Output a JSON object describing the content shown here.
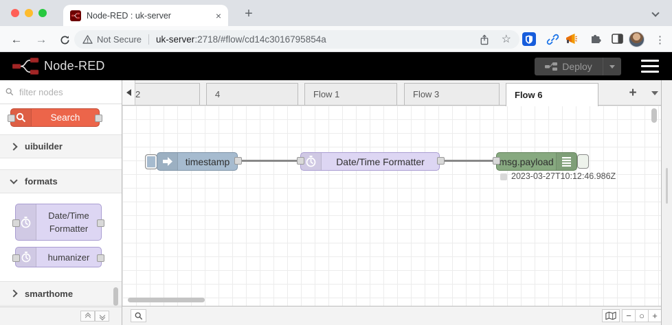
{
  "browser": {
    "tab_title": "Node-RED : uk-server",
    "close_tab_glyph": "×",
    "new_tab_glyph": "+",
    "back_glyph": "←",
    "forward_glyph": "→",
    "security_label": "Not Secure",
    "url_host": "uk-server",
    "url_rest": ":2718/#flow/cd14c3016795854a",
    "star_glyph": "☆",
    "menu_glyph": "⋮"
  },
  "app_header": {
    "title": "Node-RED",
    "deploy_label": "Deploy"
  },
  "palette": {
    "filter_placeholder": "filter nodes",
    "search_node_label": "Search",
    "categories": [
      {
        "label": "uibuilder"
      },
      {
        "label": "formats"
      },
      {
        "label": "smarthome"
      }
    ],
    "format_nodes": [
      {
        "label": "Date/Time Formatter"
      },
      {
        "label": "humanizer"
      }
    ]
  },
  "tabs": {
    "items": [
      {
        "label": "2"
      },
      {
        "label": "4"
      },
      {
        "label": "Flow 1"
      },
      {
        "label": "Flow 3"
      },
      {
        "label": "Flow 6"
      }
    ],
    "add_glyph": "+"
  },
  "flow": {
    "inject_label": "timestamp",
    "formatter_label": "Date/Time Formatter",
    "debug_label": "msg.payload",
    "debug_status": "2023-03-27T10:12:46.986Z"
  },
  "canvas_footer": {
    "zoom_out_glyph": "−",
    "zoom_reset_glyph": "○",
    "zoom_in_glyph": "+"
  },
  "colors": {
    "inject_node": "#a6bbcf",
    "formatter_node": "#ddd6f3",
    "debug_node": "#87a980",
    "search_node": "#ec654a",
    "wire": "#888888",
    "header_bg": "#000000",
    "nodered_red": "#8f0000"
  }
}
